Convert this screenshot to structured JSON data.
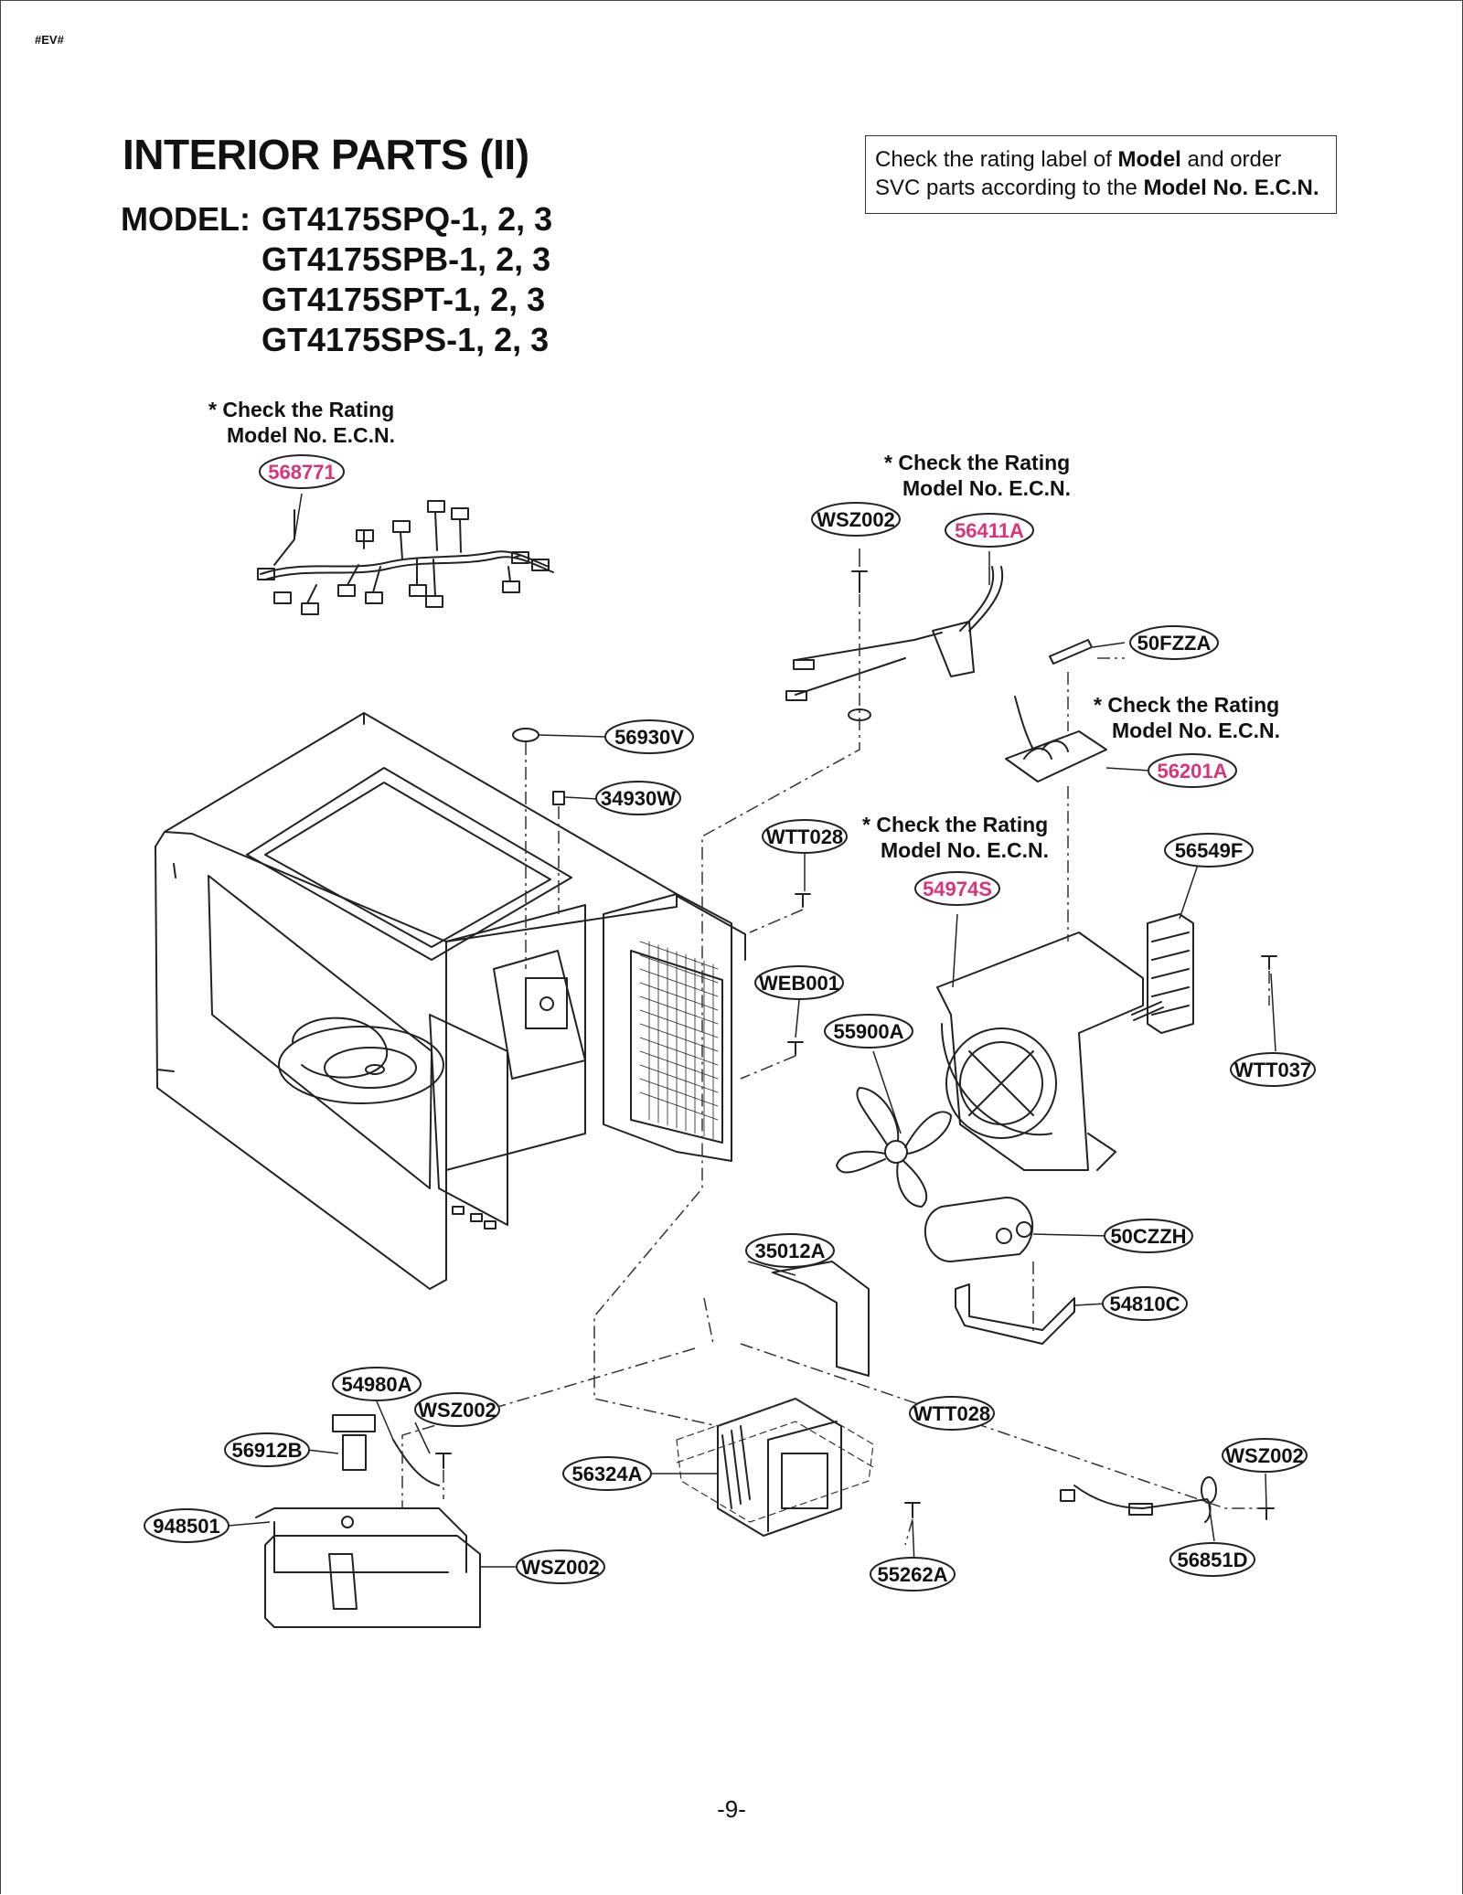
{
  "header": {
    "tag": "#EV#"
  },
  "title": "INTERIOR PARTS (II)",
  "model": {
    "label": "MODEL:",
    "lines": [
      "GT4175SPQ-1, 2, 3",
      "GT4175SPB-1, 2, 3",
      "GT4175SPT-1, 2, 3",
      "GT4175SPS-1, 2, 3"
    ]
  },
  "notice": {
    "line1_pre": "Check the rating label of ",
    "line1_bold": "Model",
    "line1_post": " and order",
    "line2_pre": "SVC parts according to the ",
    "line2_bold": "Model No. E.C.N."
  },
  "check_note": {
    "line1": "* Check the Rating",
    "line2": "Model No. E.C.N."
  },
  "colors": {
    "highlight": "#d8347c",
    "ink": "#111111"
  },
  "parts": [
    {
      "id": "568771",
      "highlight": true
    },
    {
      "id": "WSZ002",
      "highlight": false
    },
    {
      "id": "56411A",
      "highlight": true
    },
    {
      "id": "50FZZA",
      "highlight": false
    },
    {
      "id": "56201A",
      "highlight": true
    },
    {
      "id": "56930V",
      "highlight": false
    },
    {
      "id": "34930W",
      "highlight": false
    },
    {
      "id": "WTT028",
      "highlight": false
    },
    {
      "id": "54974S",
      "highlight": true
    },
    {
      "id": "56549F",
      "highlight": false
    },
    {
      "id": "WEB001",
      "highlight": false
    },
    {
      "id": "55900A",
      "highlight": false
    },
    {
      "id": "WTT037",
      "highlight": false
    },
    {
      "id": "50CZZH",
      "highlight": false
    },
    {
      "id": "35012A",
      "highlight": false
    },
    {
      "id": "54810C",
      "highlight": false
    },
    {
      "id": "54980A",
      "highlight": false
    },
    {
      "id": "WSZ002",
      "highlight": false
    },
    {
      "id": "WTT028",
      "highlight": false
    },
    {
      "id": "56912B",
      "highlight": false
    },
    {
      "id": "56324A",
      "highlight": false
    },
    {
      "id": "WSZ002",
      "highlight": false
    },
    {
      "id": "948501",
      "highlight": false
    },
    {
      "id": "55262A",
      "highlight": false
    },
    {
      "id": "WSZ002",
      "highlight": false
    },
    {
      "id": "56851D",
      "highlight": false
    }
  ],
  "page_number": "-9-"
}
